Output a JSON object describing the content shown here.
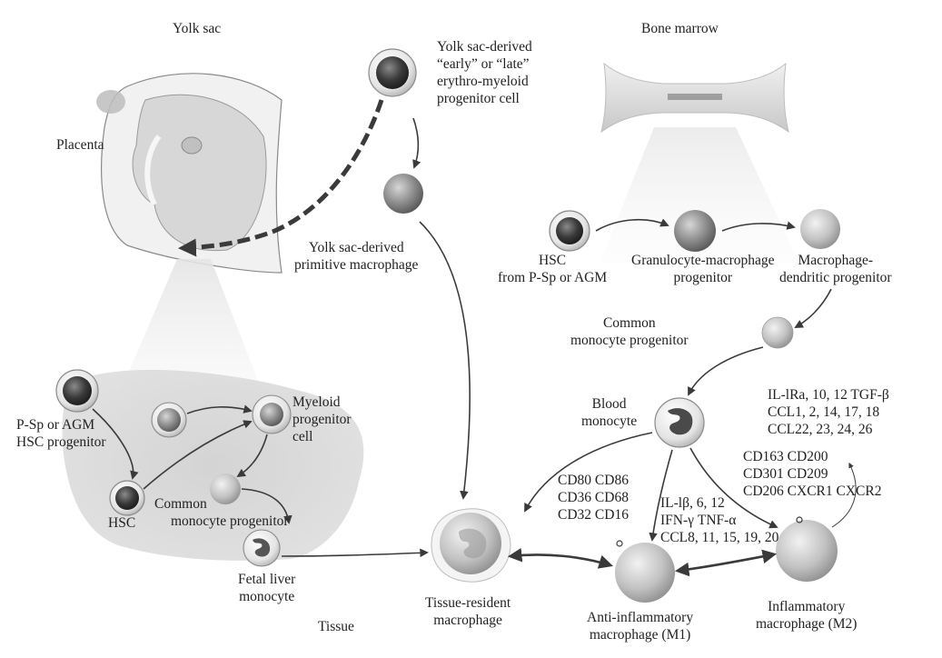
{
  "colors": {
    "line": "#3a3a3a",
    "tissue": "#d9d9d9",
    "cell_dark": "#2e2e2e",
    "cell_mid": "#8a8a8a",
    "cell_light": "#c6c6c6"
  },
  "regions": {
    "yolk_sac": "Yolk sac",
    "bone_marrow": "Bone marrow",
    "placenta": "Placenta",
    "tissue": "Tissue"
  },
  "cells": {
    "emp": [
      "Yolk sac-derived",
      "“early” or “late”",
      "erythro-myeloid",
      "progenitor cell"
    ],
    "primitive_macrophage": [
      "Yolk sac-derived",
      "primitive macrophage"
    ],
    "hsc_bm": [
      "HSC",
      "from P-Sp or AGM"
    ],
    "gmp": [
      "Granulocyte-macrophage",
      "progenitor"
    ],
    "mdp": [
      "Macrophage-",
      "dendritic progenitor"
    ],
    "cmp_bm": [
      "Common",
      "monocyte progenitor"
    ],
    "blood_monocyte": [
      "Blood",
      "monocyte"
    ],
    "psp_agm": [
      "P-Sp or AGM",
      "HSC progenitor"
    ],
    "myeloid_progenitor": [
      "Myeloid",
      "progenitor",
      "cell"
    ],
    "hsc_fl": "HSC",
    "cmp_fl": [
      "Common",
      "monocyte progenitor"
    ],
    "fetal_liver_monocyte": [
      "Fetal liver",
      "monocyte"
    ],
    "tissue_resident": [
      "Tissue-resident",
      "macrophage"
    ],
    "m1": [
      "Anti-inflammatory",
      "macrophage (M1)"
    ],
    "m2": [
      "Inflammatory",
      "macrophage (M2)"
    ]
  },
  "markers": {
    "tissue_surface": [
      "CD80 CD86",
      "CD36 CD68",
      "CD32 CD16"
    ],
    "m1_cytokines": [
      "IL-lβ, 6, 12",
      "IFN-γ TNF-α",
      "CCL8, 11, 15, 19, 20"
    ],
    "m2_cytokines": [
      "IL-lRa, 10, 12 TGF-β",
      "CCL1, 2, 14, 17, 18",
      "CCL22, 23, 24, 26"
    ],
    "m2_surface": [
      "CD163 CD200",
      "CD301 CD209",
      "CD206 CXCR1 CXCR2"
    ]
  }
}
